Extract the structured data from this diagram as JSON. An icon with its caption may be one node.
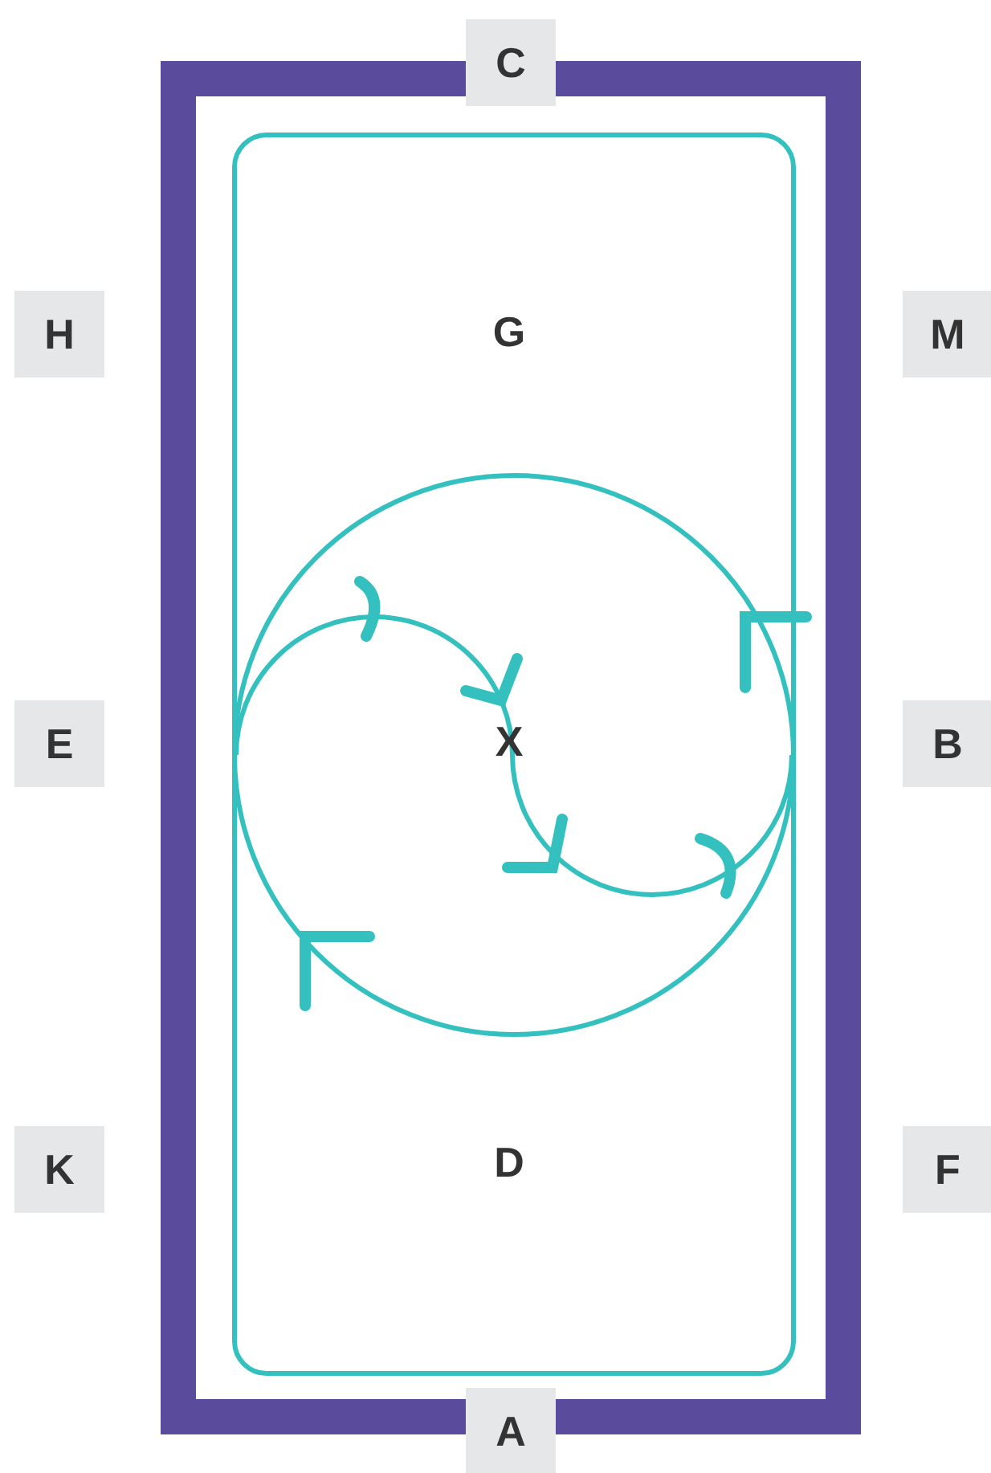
{
  "diagram": {
    "nodes": [
      {
        "text": [
          "C"
        ]
      },
      {
        "text": [
          "H"
        ]
      },
      {
        "text": [
          "M"
        ]
      },
      {
        "text": [
          "E"
        ]
      },
      {
        "text": [
          "B"
        ]
      },
      {
        "text": [
          "K"
        ]
      },
      {
        "text": [
          "F"
        ]
      },
      {
        "text": [
          "A"
        ]
      }
    ],
    "labels": [
      "G",
      "X",
      "D"
    ]
  }
}
